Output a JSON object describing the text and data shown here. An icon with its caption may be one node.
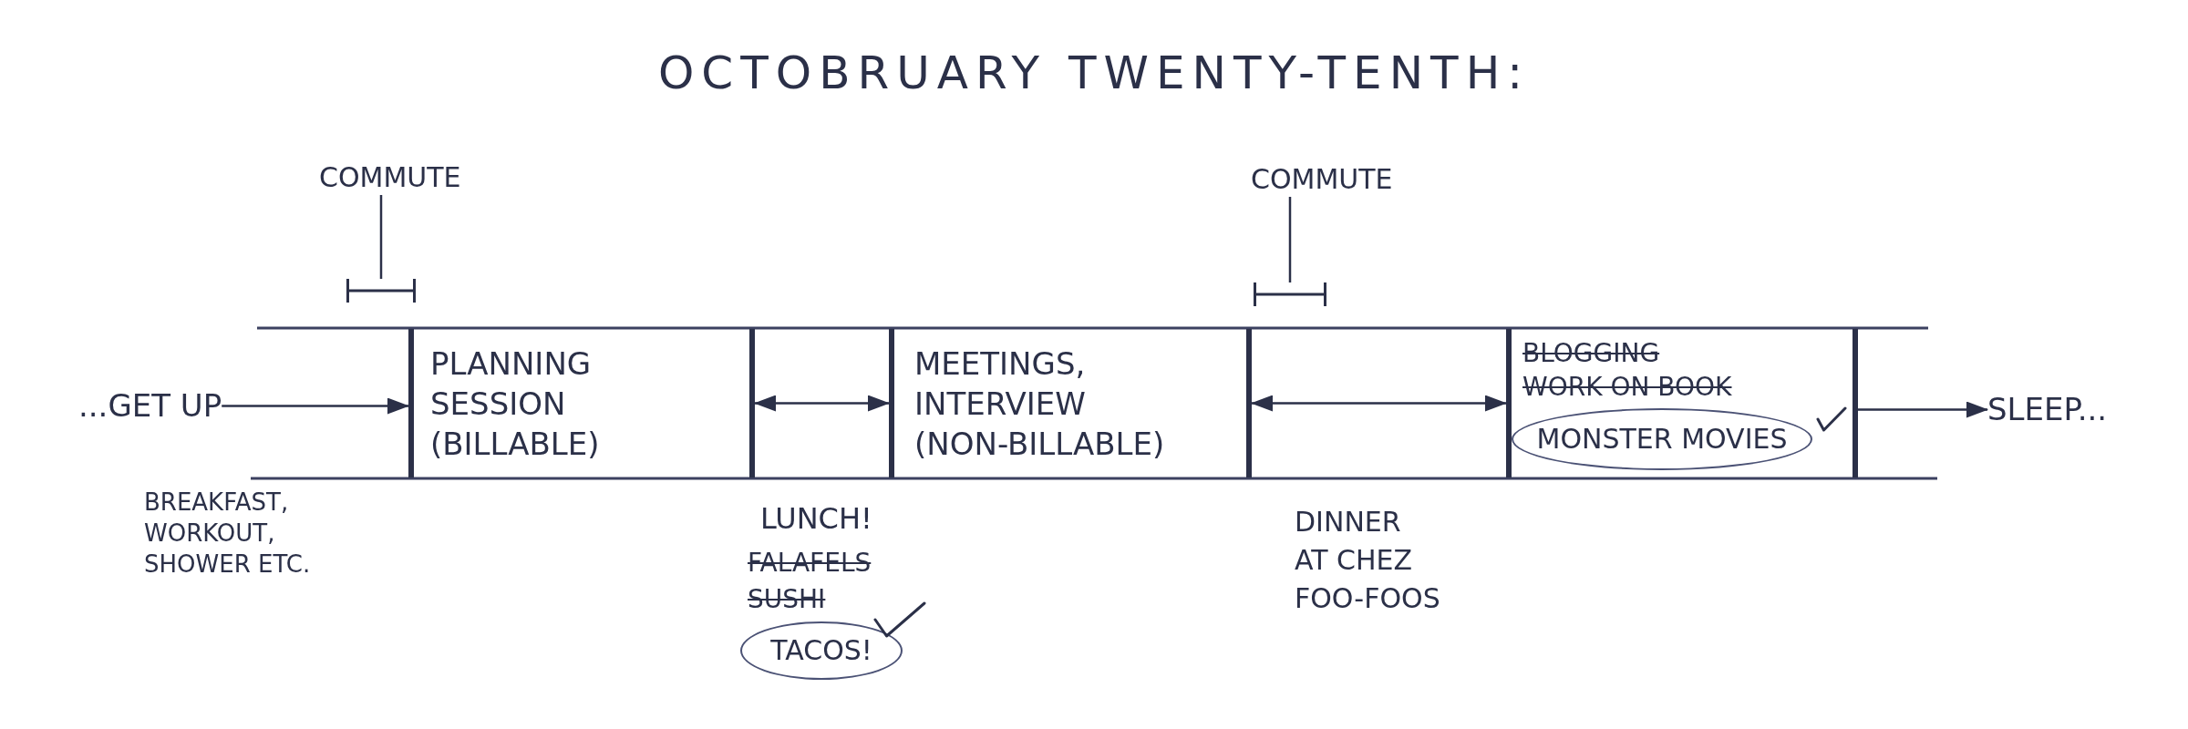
{
  "diagram": {
    "title": "OCTOBRUARY TWENTY-TENTH:",
    "nodes": [
      {
        "text": [
          "COMMUTE"
        ]
      },
      {
        "text": [],
        "shape": "bracket"
      },
      {
        "text": [
          "COMMUTE"
        ]
      },
      {
        "text": [],
        "shape": "bracket"
      },
      {
        "text": [
          "...GET UP"
        ]
      },
      {
        "text": [
          "PLANNING SESSION (BILLABLE)"
        ]
      },
      {
        "text": [
          "MEETINGS, INTERVIEW (NON-BILLABLE)"
        ]
      },
      {
        "text": [
          "BLOGGING",
          "WORK ON BOOK"
        ]
      },
      {
        "text": [
          "MONSTER MOVIES"
        ],
        "in": 7
      },
      {
        "text": [
          "SLEEP..."
        ]
      },
      {
        "text": [
          "TACOS!"
        ]
      }
    ],
    "edges": [
      {
        "from": 0,
        "to": 1,
        "arrow": "none"
      },
      {
        "from": 2,
        "to": 3,
        "arrow": "none"
      },
      {
        "from": 4,
        "to": 5,
        "arrow": "to"
      },
      {
        "from": 5,
        "to": 6,
        "arrow": "both"
      },
      {
        "from": 6,
        "to": 7,
        "arrow": "both"
      },
      {
        "from": 7,
        "to": 9,
        "arrow": "to"
      }
    ],
    "labels": [
      "BREAKFAST, WORKOUT, SHOWER ETC.",
      "LUNCH!",
      "FALAFELS",
      "SUSHI",
      "DINNER AT CHEZ FOO-FOOS"
    ]
  }
}
